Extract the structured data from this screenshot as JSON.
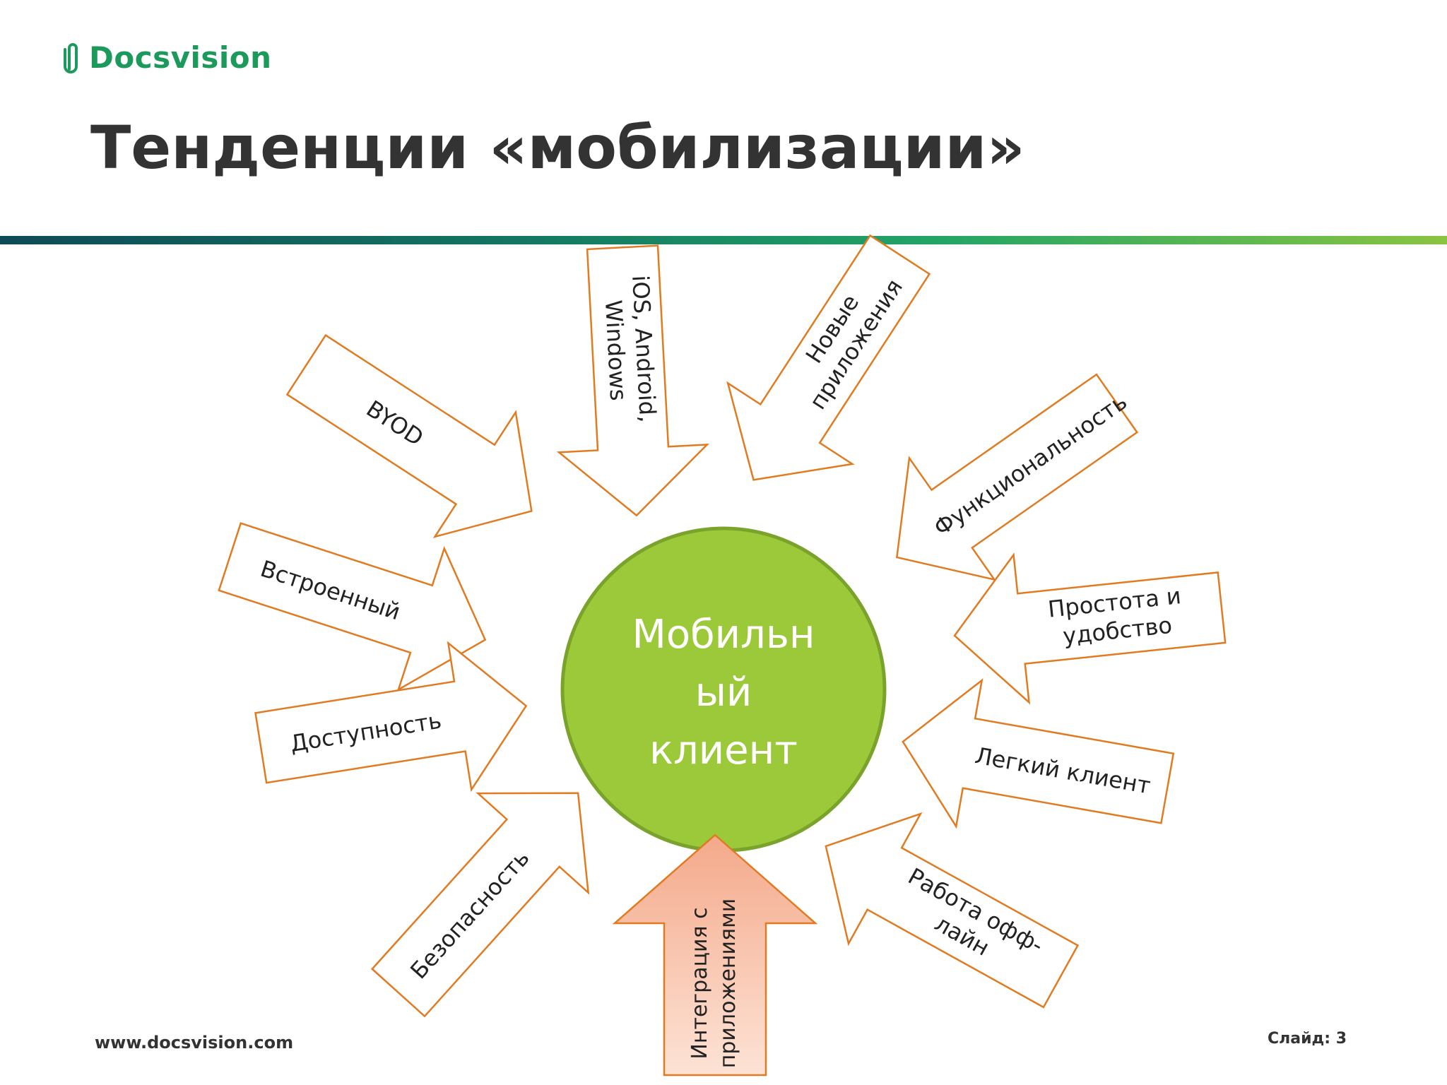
{
  "header": {
    "logo_text": "Docsvision",
    "title": "Тенденции «мобилизации»"
  },
  "diagram": {
    "center_lines": [
      "Мобильн",
      "ый",
      "клиент"
    ],
    "arrows": [
      {
        "id": "ios",
        "lines": [
          "iOS, Android,",
          "Windows"
        ]
      },
      {
        "id": "new-apps",
        "lines": [
          "Новые",
          "приложения"
        ]
      },
      {
        "id": "byod",
        "lines": [
          "BYOD"
        ]
      },
      {
        "id": "functionality",
        "lines": [
          "Функциональность"
        ]
      },
      {
        "id": "builtin",
        "lines": [
          "Встроенный"
        ]
      },
      {
        "id": "simplicity",
        "lines": [
          "Простота и",
          "удобство"
        ]
      },
      {
        "id": "accessibility",
        "lines": [
          "Доступность"
        ]
      },
      {
        "id": "light-client",
        "lines": [
          "Легкий клиент"
        ]
      },
      {
        "id": "security",
        "lines": [
          "Безопасность"
        ]
      },
      {
        "id": "offline",
        "lines": [
          "Работа офф-",
          "лайн"
        ]
      },
      {
        "id": "integration",
        "lines": [
          "Интеграция с",
          "приложениями"
        ]
      }
    ]
  },
  "footer": {
    "url": "www.docsvision.com",
    "slide": "Слайд: 3"
  },
  "colors": {
    "brand_green": "#1c9a5c",
    "circle_fill": "#9cc93a",
    "circle_stroke": "#7aa32c",
    "arrow_stroke": "#e07b22",
    "integration_fill": "#f4a98a"
  }
}
